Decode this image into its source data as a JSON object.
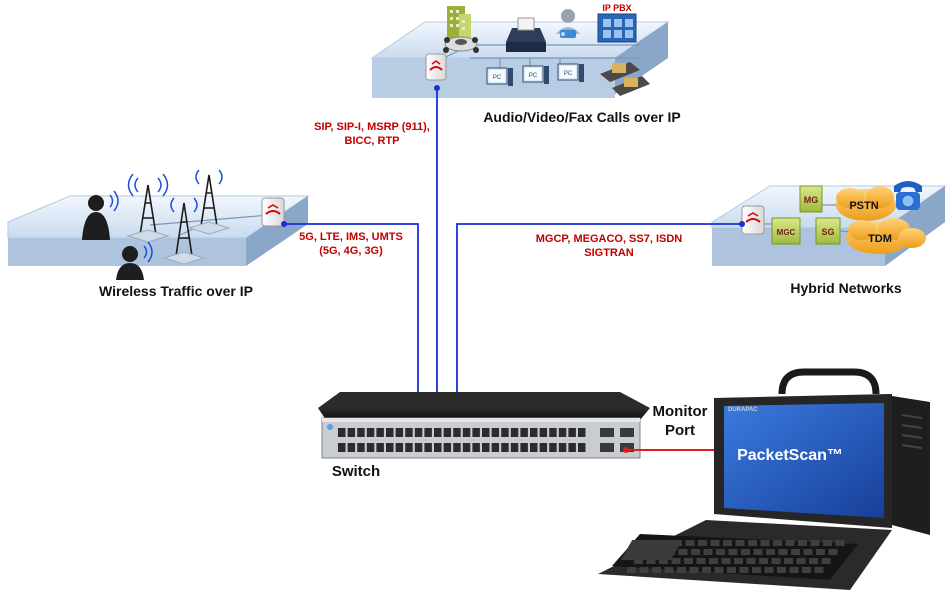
{
  "colors": {
    "link_blue": "#1a2fd6",
    "monitor_red": "#e02020",
    "protocol_red": "#c00000",
    "platform_top": "#dbe8f6",
    "platform_side": "#9eb6d2",
    "cloud_orange": "#f5b63a",
    "screen_blue": "#1f57b8"
  },
  "groups": {
    "audio": {
      "label": "Audio/Video/Fax Calls over IP",
      "pbx_label": "IP PBX",
      "pc_labels": [
        "PC",
        "PC",
        "PC"
      ],
      "protocols": [
        "SIP, SIP-I, MSRP (911),",
        "BICC, RTP"
      ]
    },
    "wireless": {
      "label": "Wireless Traffic over IP",
      "protocols": [
        "5G, LTE, IMS, UMTS",
        "(5G, 4G, 3G)"
      ]
    },
    "hybrid": {
      "label": "Hybrid Networks",
      "protocols": [
        "MGCP, MEGACO, SS7, ISDN",
        "SIGTRAN"
      ],
      "clouds": [
        "PSTN",
        "TDM"
      ],
      "boxes": [
        "MG",
        "MGC",
        "SG"
      ]
    }
  },
  "switch": {
    "label": "Switch"
  },
  "monitor": {
    "label_line1": "Monitor",
    "label_line2": "Port"
  },
  "analyzer": {
    "screen_text": "PacketScan™",
    "brand": "DURAPAC"
  },
  "icons": [
    "router-icon",
    "cell-tower-icon",
    "person-phone-icon",
    "building-icon",
    "fax-icon",
    "ip-phone-icon",
    "pc-icon",
    "media-gateway-icon",
    "rugged-laptop-icon",
    "network-switch-icon"
  ]
}
